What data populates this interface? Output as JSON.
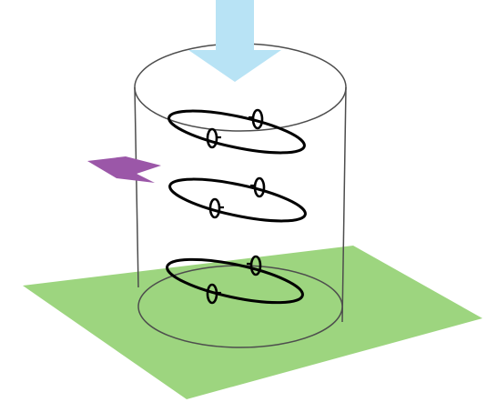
{
  "diagram": {
    "colors": {
      "ground": "#9dd57f",
      "cylinder_outline": "#4d4d4d",
      "down_arrow": "#b8e3f5",
      "side_arrow": "#9b57a8",
      "loops": "#000000",
      "background": "#ffffff"
    },
    "loop_count": 3,
    "shapes": [
      "ground-plane",
      "cylinder-outline",
      "downward-flow-arrow",
      "horizontal-flow-arrow",
      "closed-loop-with-two-rings"
    ]
  }
}
